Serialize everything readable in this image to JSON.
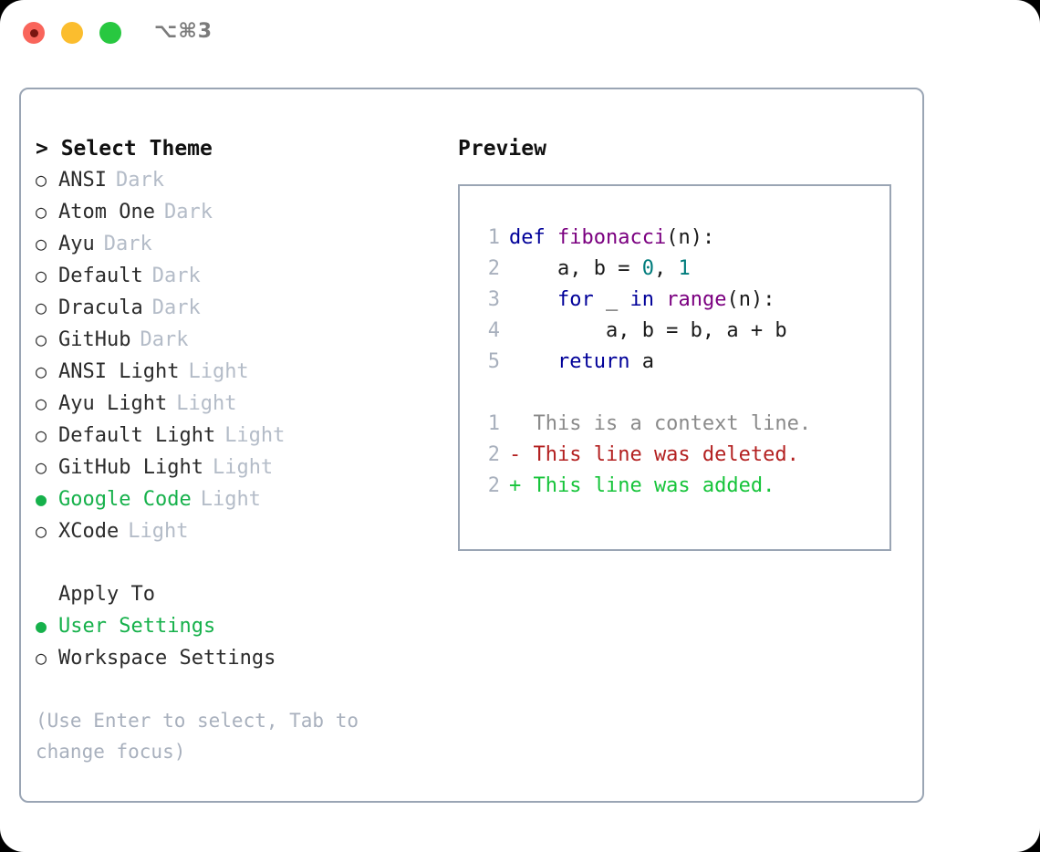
{
  "titlebar": {
    "shortcut": "⌥⌘3",
    "lights": [
      {
        "name": "close",
        "color": "#f9655b"
      },
      {
        "name": "minimize",
        "color": "#fbbd2e"
      },
      {
        "name": "maximize",
        "color": "#28c840"
      }
    ]
  },
  "theme_picker": {
    "heading": "> Select Theme",
    "options": [
      {
        "marker": "○",
        "label": "ANSI",
        "suffix": "Dark",
        "selected": false
      },
      {
        "marker": "○",
        "label": "Atom One",
        "suffix": "Dark",
        "selected": false
      },
      {
        "marker": "○",
        "label": "Ayu",
        "suffix": "Dark",
        "selected": false
      },
      {
        "marker": "○",
        "label": "Default",
        "suffix": "Dark",
        "selected": false
      },
      {
        "marker": "○",
        "label": "Dracula",
        "suffix": "Dark",
        "selected": false
      },
      {
        "marker": "○",
        "label": "GitHub",
        "suffix": "Dark",
        "selected": false
      },
      {
        "marker": "○",
        "label": "ANSI Light",
        "suffix": "Light",
        "selected": false
      },
      {
        "marker": "○",
        "label": "Ayu Light",
        "suffix": "Light",
        "selected": false
      },
      {
        "marker": "○",
        "label": "Default Light",
        "suffix": "Light",
        "selected": false
      },
      {
        "marker": "○",
        "label": "GitHub Light",
        "suffix": "Light",
        "selected": false
      },
      {
        "marker": "●",
        "label": "Google Code",
        "suffix": "Light",
        "selected": true
      },
      {
        "marker": "○",
        "label": "XCode",
        "suffix": "Light",
        "selected": false
      }
    ]
  },
  "apply_to": {
    "heading": "Apply To",
    "options": [
      {
        "marker": "●",
        "label": "User Settings",
        "selected": true
      },
      {
        "marker": "○",
        "label": "Workspace Settings",
        "selected": false
      }
    ]
  },
  "hint": "(Use Enter to select, Tab to change focus)",
  "preview": {
    "heading": "Preview",
    "code_lines": [
      {
        "lno": "1",
        "tokens": [
          {
            "t": "def",
            "c": "kw"
          },
          {
            "t": " ",
            "c": "punct"
          },
          {
            "t": "fibonacci",
            "c": "fn"
          },
          {
            "t": "(n):",
            "c": "punct"
          }
        ]
      },
      {
        "lno": "2",
        "tokens": [
          {
            "t": "    a, b = ",
            "c": "punct"
          },
          {
            "t": "0",
            "c": "num"
          },
          {
            "t": ", ",
            "c": "punct"
          },
          {
            "t": "1",
            "c": "num"
          }
        ]
      },
      {
        "lno": "3",
        "tokens": [
          {
            "t": "    ",
            "c": "punct"
          },
          {
            "t": "for",
            "c": "kw"
          },
          {
            "t": " _ ",
            "c": "punct"
          },
          {
            "t": "in",
            "c": "kw"
          },
          {
            "t": " ",
            "c": "punct"
          },
          {
            "t": "range",
            "c": "fn"
          },
          {
            "t": "(n):",
            "c": "punct"
          }
        ]
      },
      {
        "lno": "4",
        "tokens": [
          {
            "t": "        a, b = b, a + b",
            "c": "punct"
          }
        ]
      },
      {
        "lno": "5",
        "tokens": [
          {
            "t": "    ",
            "c": "punct"
          },
          {
            "t": "return",
            "c": "kw"
          },
          {
            "t": " a",
            "c": "punct"
          }
        ]
      }
    ],
    "diff_lines": [
      {
        "lno": "1",
        "text": "  This is a context line.",
        "kind": "ctx"
      },
      {
        "lno": "2",
        "text": "- This line was deleted.",
        "kind": "del"
      },
      {
        "lno": "2",
        "text": "+ This line was added.",
        "kind": "add"
      }
    ]
  },
  "colors": {
    "accent_green": "#16b14b",
    "muted": "#b4bcc8",
    "hint": "#a8b0bd",
    "border": "#9aa5b4",
    "keyword": "#000099",
    "function": "#7b0080",
    "number": "#007c7c",
    "diff_context": "#8a8a8a",
    "diff_deleted": "#b32020",
    "diff_added": "#16c43a"
  }
}
